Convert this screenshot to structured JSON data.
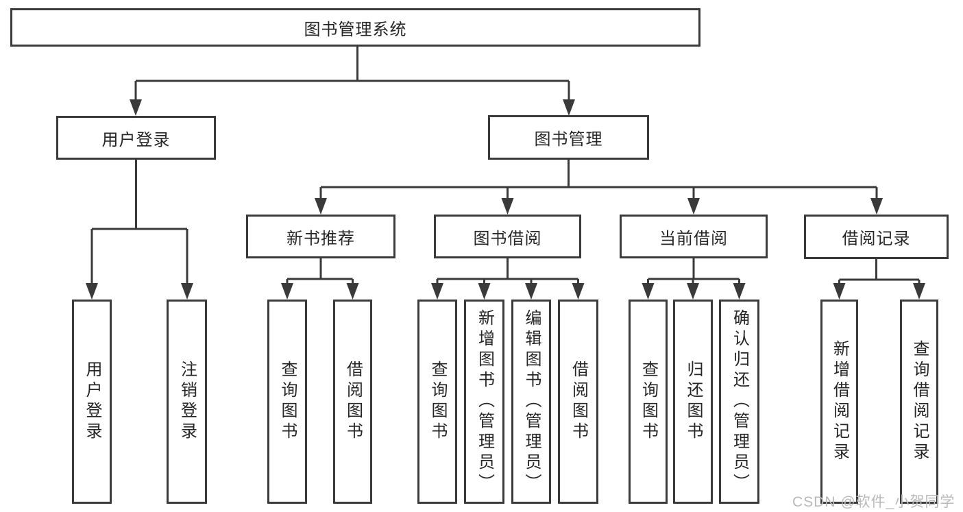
{
  "diagram": {
    "root": {
      "label": "图书管理系统"
    },
    "branches": [
      {
        "label": "用户登录",
        "children": [
          {
            "label": "用户登录"
          },
          {
            "label": "注销登录"
          }
        ]
      },
      {
        "label": "图书管理",
        "children": [
          {
            "label": "新书推荐",
            "children": [
              {
                "label": "查询图书"
              },
              {
                "label": "借阅图书"
              }
            ]
          },
          {
            "label": "图书借阅",
            "children": [
              {
                "label": "查询图书"
              },
              {
                "label": "新增图书（管理员）"
              },
              {
                "label": "编辑图书（管理员）"
              },
              {
                "label": "借阅图书"
              }
            ]
          },
          {
            "label": "当前借阅",
            "children": [
              {
                "label": "查询图书"
              },
              {
                "label": "归还图书"
              },
              {
                "label": "确认归还（管理员）"
              }
            ]
          },
          {
            "label": "借阅记录",
            "children": [
              {
                "label": "新增借阅记录"
              },
              {
                "label": "查询借阅记录"
              }
            ]
          }
        ]
      }
    ]
  },
  "watermark": {
    "text": "CSDN @软件_小贺同学"
  },
  "colors": {
    "line": "#3a3a3a",
    "text": "#262626",
    "watermark": "#b9b9b9",
    "background": "#ffffff"
  }
}
